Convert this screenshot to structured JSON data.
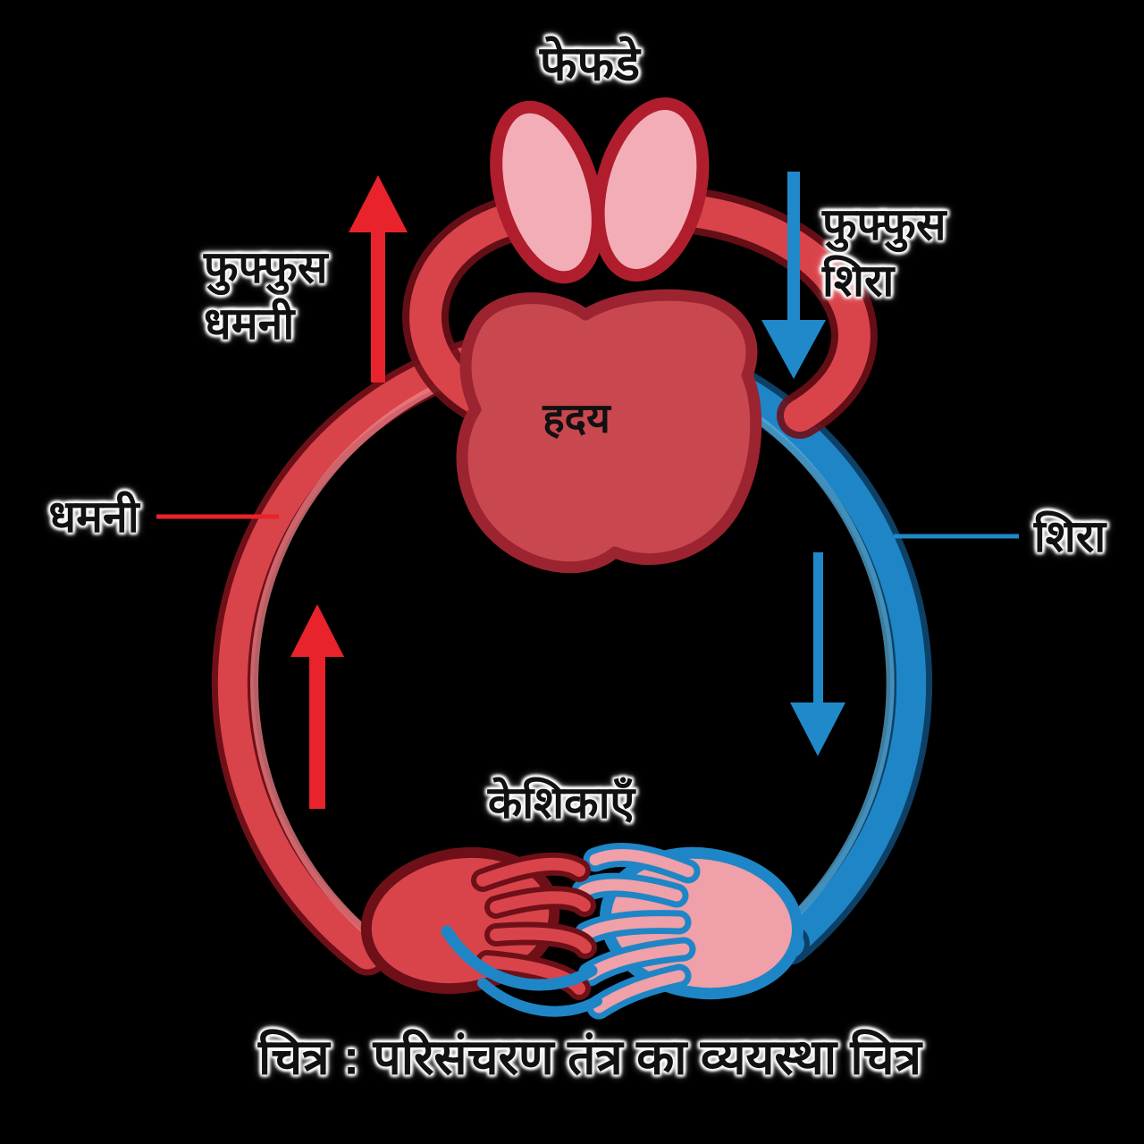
{
  "diagram": {
    "type": "circulatory-system-schematic",
    "labels": {
      "lungs": "फेफडे",
      "pulmonary_artery_line1": "फुफ्फुस",
      "pulmonary_artery_line2": "धमनी",
      "pulmonary_vein_line1": "फुफ्फुस",
      "pulmonary_vein_line2": "शिरा",
      "heart": "हदय",
      "artery": "धमनी",
      "vein": "शिरा",
      "capillaries": "केशिकाएँ",
      "caption": "चित्र : परिसंचरण तंत्र का व्ययस्था चित्र"
    },
    "colors": {
      "background": "#000000",
      "artery_red": "#d9444b",
      "artery_dark": "#6f1018",
      "artery_light": "#ef8287",
      "arrow_red": "#e8232b",
      "vein_blue": "#1e86c6",
      "vein_dark": "#0d4066",
      "vein_light": "#5ab1e0",
      "arrow_blue": "#2089c9",
      "heart_fill": "#c9474f",
      "heart_outline": "#9b2430",
      "lung_fill": "#f3adb6",
      "lung_outline": "#b01e2e",
      "capillary_pink": "#efa0a8",
      "label_text": "#111111"
    },
    "flow_arrows": [
      {
        "name": "pulmonary-artery-arrow",
        "direction": "up",
        "color": "red"
      },
      {
        "name": "pulmonary-vein-arrow",
        "direction": "down",
        "color": "blue"
      },
      {
        "name": "artery-flow-arrow",
        "direction": "up",
        "color": "red"
      },
      {
        "name": "vein-flow-arrow",
        "direction": "down",
        "color": "blue"
      }
    ]
  }
}
